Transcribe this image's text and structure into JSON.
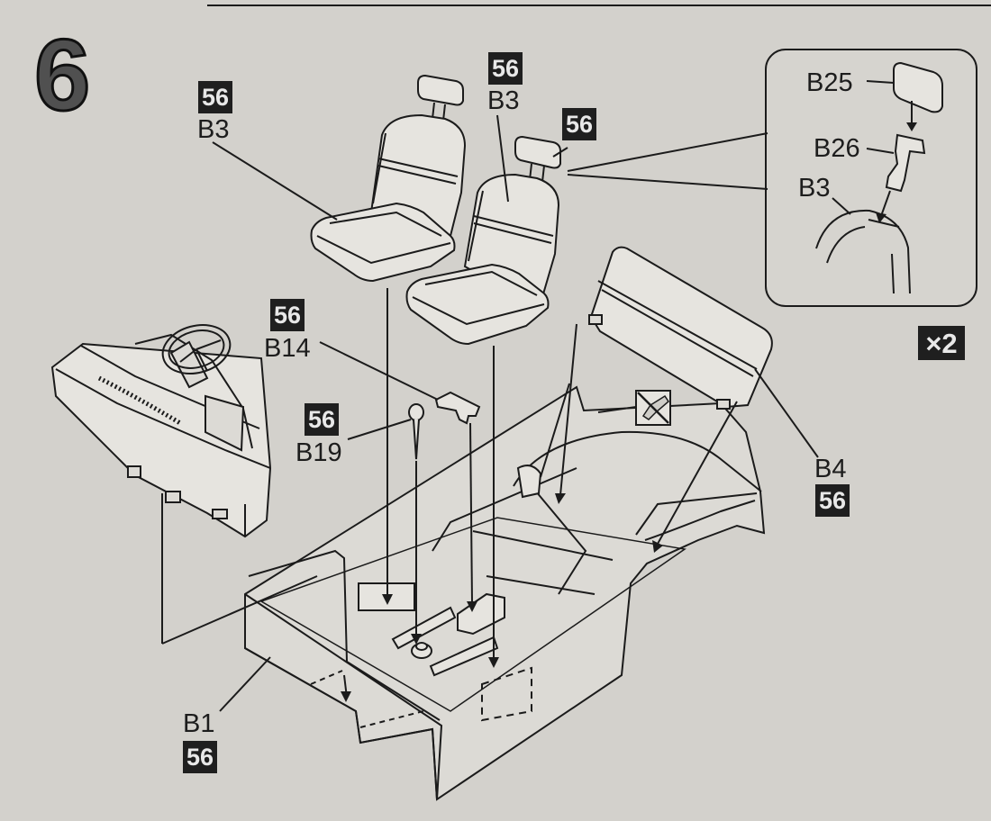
{
  "step_number": "6",
  "multiplier": "×2",
  "labels": {
    "b3_left": "B3",
    "b3_right": "B3",
    "b14": "B14",
    "b19": "B19",
    "b1": "B1",
    "b4": "B4",
    "b25": "B25",
    "b26": "B26",
    "b3_detail": "B3"
  },
  "paint_code": "56",
  "colors": {
    "background": "#d3d1cc",
    "badge": "#1f1f1f",
    "ink": "#1b1b1b"
  }
}
